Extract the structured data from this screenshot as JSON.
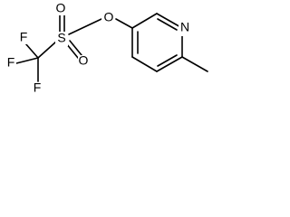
{
  "molecule": {
    "atoms": {
      "F_top": "F",
      "F_left": "F",
      "F_bottom": "F",
      "S": "S",
      "O_top": "O",
      "O_bottom": "O",
      "O_ester": "O",
      "N_ring": "N"
    },
    "colors": {
      "bond": "#000000",
      "label": "#000000",
      "background": "#ffffff"
    }
  }
}
